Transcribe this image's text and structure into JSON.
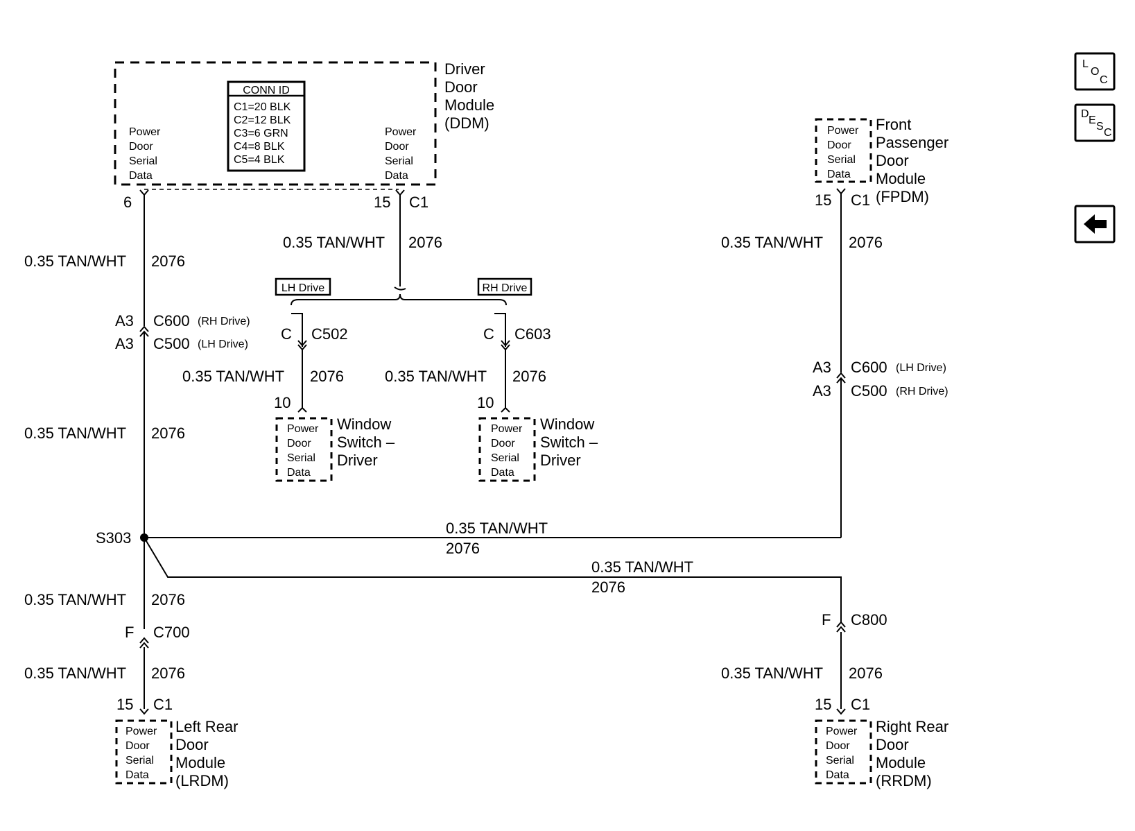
{
  "nav_buttons": {
    "loc": [
      "L",
      "O",
      "C"
    ],
    "desc": [
      "D",
      "E",
      "S",
      "C"
    ]
  },
  "ddm": {
    "name": [
      "Driver",
      "Door",
      "Module",
      "(DDM)"
    ],
    "conn_id_title": "CONN ID",
    "conn_ids": [
      "C1=20 BLK",
      "C2=12 BLK",
      "C3=6 GRN",
      "C4=8 BLK",
      "C5=4 BLK"
    ],
    "left_label": [
      "Power",
      "Door",
      "Serial",
      "Data"
    ],
    "right_label": [
      "Power",
      "Door",
      "Serial",
      "Data"
    ],
    "pin_left": "6",
    "pin_right": "15",
    "pin_right_conn": "C1"
  },
  "fpdm": {
    "name": [
      "Front",
      "Passenger",
      "Door",
      "Module",
      "(FPDM)"
    ],
    "label": [
      "Power",
      "Door",
      "Serial",
      "Data"
    ],
    "pin": "15",
    "conn": "C1"
  },
  "wire": {
    "gauge_color": "0.35 TAN/WHT",
    "circuit": "2076"
  },
  "drive": {
    "lh": "LH Drive",
    "rh": "RH Drive"
  },
  "left_connectors": {
    "top_pin": "A3",
    "top_conn": "C600",
    "top_note": "(RH Drive)",
    "bottom_pin": "A3",
    "bottom_conn": "C500",
    "bottom_note": "(LH Drive)"
  },
  "right_connectors": {
    "top_pin": "A3",
    "top_conn": "C600",
    "top_note": "(LH Drive)",
    "bottom_pin": "A3",
    "bottom_conn": "C500",
    "bottom_note": "(RH Drive)"
  },
  "ws_lh": {
    "pin": "C",
    "conn": "C502",
    "end_pin": "10",
    "label": [
      "Power",
      "Door",
      "Serial",
      "Data"
    ],
    "name": [
      "Window",
      "Switch –",
      "Driver"
    ]
  },
  "ws_rh": {
    "pin": "C",
    "conn": "C603",
    "end_pin": "10",
    "label": [
      "Power",
      "Door",
      "Serial",
      "Data"
    ],
    "name": [
      "Window",
      "Switch –",
      "Driver"
    ]
  },
  "splice": "S303",
  "c700": {
    "pin": "F",
    "conn": "C700"
  },
  "c800": {
    "pin": "F",
    "conn": "C800"
  },
  "lrdm": {
    "pin": "15",
    "conn": "C1",
    "label": [
      "Power",
      "Door",
      "Serial",
      "Data"
    ],
    "name": [
      "Left Rear",
      "Door",
      "Module",
      "(LRDM)"
    ]
  },
  "rrdm": {
    "pin": "15",
    "conn": "C1",
    "label": [
      "Power",
      "Door",
      "Serial",
      "Data"
    ],
    "name": [
      "Right Rear",
      "Door",
      "Module",
      "(RRDM)"
    ]
  }
}
